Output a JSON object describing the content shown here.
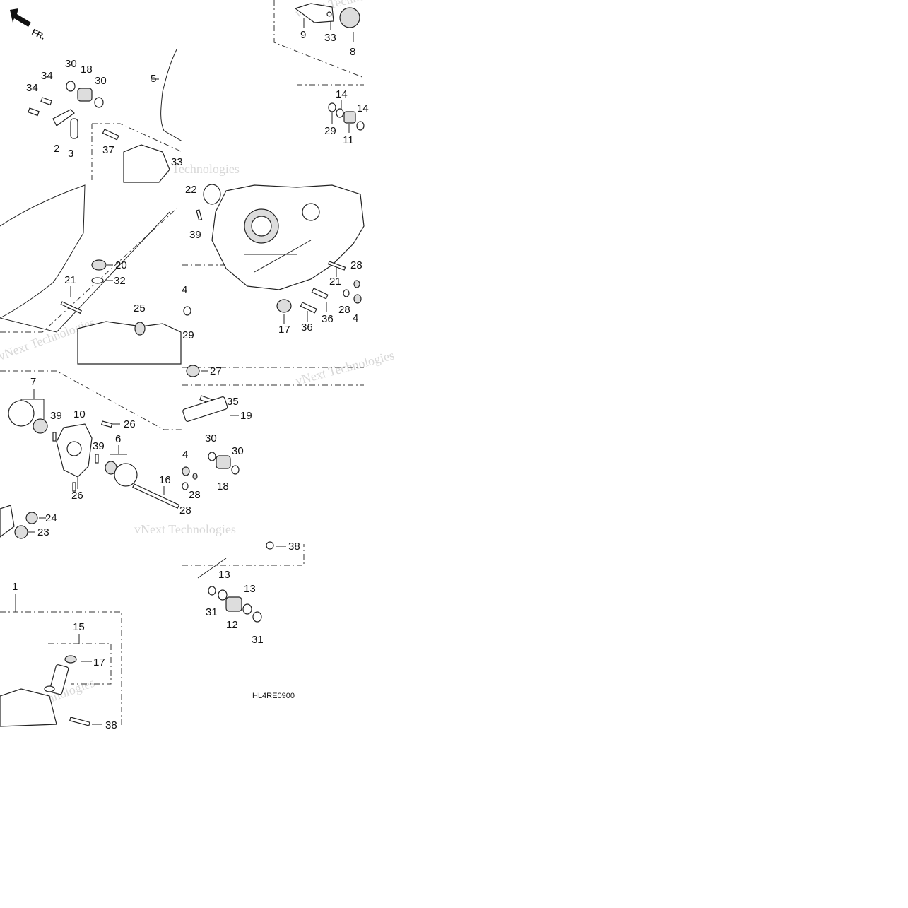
{
  "diagram": {
    "code": "HL4RE0900",
    "direction_label": "FR.",
    "watermark": "vNext Technologies",
    "callouts": {
      "c1": "1",
      "c2": "2",
      "c3": "3",
      "c4a": "4",
      "c4b": "4",
      "c4c": "4",
      "c5": "5",
      "c6": "6",
      "c7": "7",
      "c8": "8",
      "c9": "9",
      "c10": "10",
      "c11": "11",
      "c12": "12",
      "c13a": "13",
      "c13b": "13",
      "c14": "14",
      "c14b": "14",
      "c15": "15",
      "c16": "16",
      "c17a": "17",
      "c17b": "17",
      "c18a": "18",
      "c18b": "18",
      "c19": "19",
      "c20": "20",
      "c21a": "21",
      "c21b": "21",
      "c22": "22",
      "c23": "23",
      "c24": "24",
      "c25": "25",
      "c26a": "26",
      "c26b": "26",
      "c27": "27",
      "c28a": "28",
      "c28b": "28",
      "c28c": "28",
      "c28d": "28",
      "c29a": "29",
      "c29b": "29",
      "c30a": "30",
      "c30b": "30",
      "c30c": "30",
      "c30d": "30",
      "c31a": "31",
      "c31b": "31",
      "c32": "32",
      "c33a": "33",
      "c33b": "33",
      "c34a": "34",
      "c34b": "34",
      "c35": "35",
      "c36a": "36",
      "c36b": "36",
      "c37": "37",
      "c38a": "38",
      "c38b": "38",
      "c39a": "39",
      "c39b": "39",
      "c39c": "39"
    }
  }
}
